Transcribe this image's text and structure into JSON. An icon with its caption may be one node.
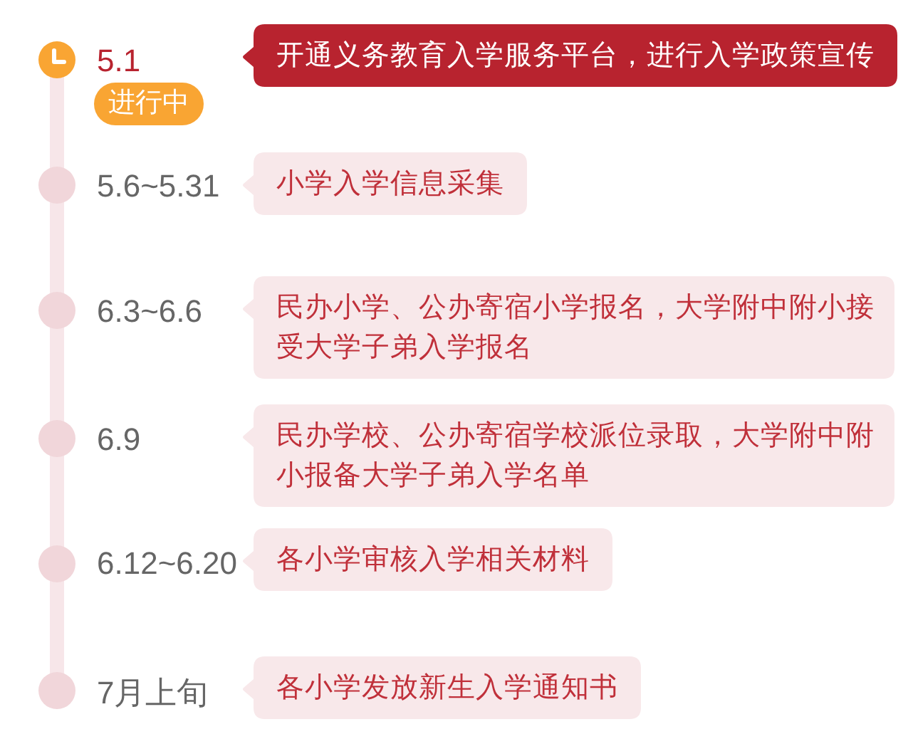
{
  "diagram": {
    "nodes": [
      {
        "text": [],
        "shape": "circle"
      },
      {
        "text": [
          "开通义务教育入学服务平台，进行入学政策宣传"
        ]
      },
      {
        "text": [
          "进行中"
        ]
      },
      {
        "text": [],
        "shape": "circle"
      },
      {
        "text": [
          "小学入学信息采集"
        ]
      },
      {
        "text": [],
        "shape": "circle"
      },
      {
        "text": [
          "民办小学、公办寄宿小学报名，大学附中附小接受大学子弟入学报名"
        ]
      },
      {
        "text": [],
        "shape": "circle"
      },
      {
        "text": [
          "民办学校、公办寄宿学校派位录取，大学附中附小报备大学子弟入学名单"
        ]
      },
      {
        "text": [],
        "shape": "circle"
      },
      {
        "text": [
          "各小学审核入学相关材料"
        ]
      },
      {
        "text": [],
        "shape": "circle"
      },
      {
        "text": [
          "各小学发放新生入学通知书"
        ]
      }
    ],
    "edges": [
      {
        "from": 0,
        "to": 3,
        "arrow": "none"
      },
      {
        "from": 3,
        "to": 5,
        "arrow": "none"
      },
      {
        "from": 5,
        "to": 7,
        "arrow": "none"
      },
      {
        "from": 7,
        "to": 9,
        "arrow": "none"
      },
      {
        "from": 9,
        "to": 11,
        "arrow": "none"
      }
    ],
    "labels": [
      "5.1",
      "5.6~5.31",
      "6.3~6.6",
      "6.9",
      "6.12~6.20",
      "7月上旬"
    ]
  }
}
